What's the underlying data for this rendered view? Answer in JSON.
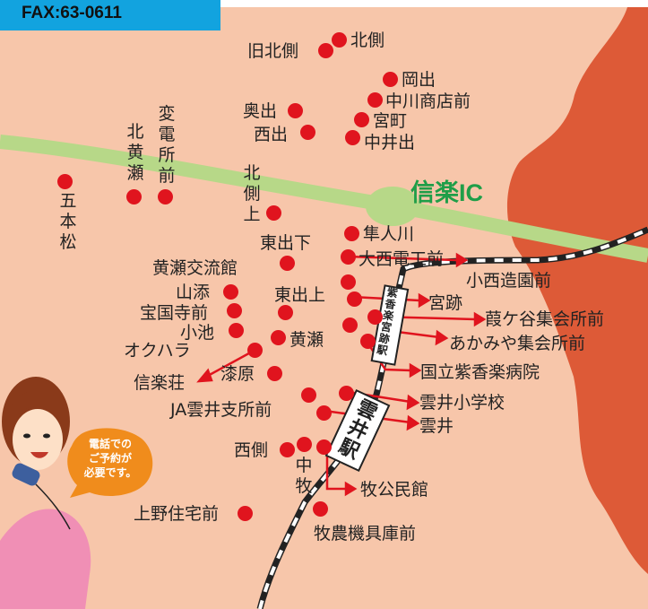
{
  "fax": "FAX:63-0611",
  "interchange": "信楽IC",
  "callout": {
    "line1": "電話での",
    "line2": "ご予約が",
    "line3": "必要です。"
  },
  "stations": {
    "shigaraki_ikou": "紫香楽宮跡駅",
    "kumoi": "雲井駅"
  },
  "stops": [
    "北側",
    "旧北側",
    "岡出",
    "中川商店前",
    "奥出",
    "宮町",
    "西出",
    "中井出",
    "変電所前",
    "北黄瀬",
    "五本松",
    "北側上",
    "隼人川",
    "東出下",
    "大西電工前",
    "黄瀬交流館",
    "小西造園前",
    "山添",
    "東出上",
    "宮跡",
    "宝国寺前",
    "小池",
    "葭ケ谷集会所前",
    "黄瀬",
    "あかみや集会所前",
    "オクハラ",
    "信楽荘",
    "漆原",
    "国立紫香楽病院",
    "JA雲井支所前",
    "雲井小学校",
    "雲井",
    "西側",
    "中牧",
    "牧公民館",
    "上野住宅前",
    "牧農機具庫前"
  ],
  "colors": {
    "mountain": "#dd5a37",
    "land": "#f7c6aa",
    "road": "#b7d888",
    "stop": "#e0141e",
    "fax_bg": "#12a3df",
    "ic_text": "#1f9e48"
  }
}
